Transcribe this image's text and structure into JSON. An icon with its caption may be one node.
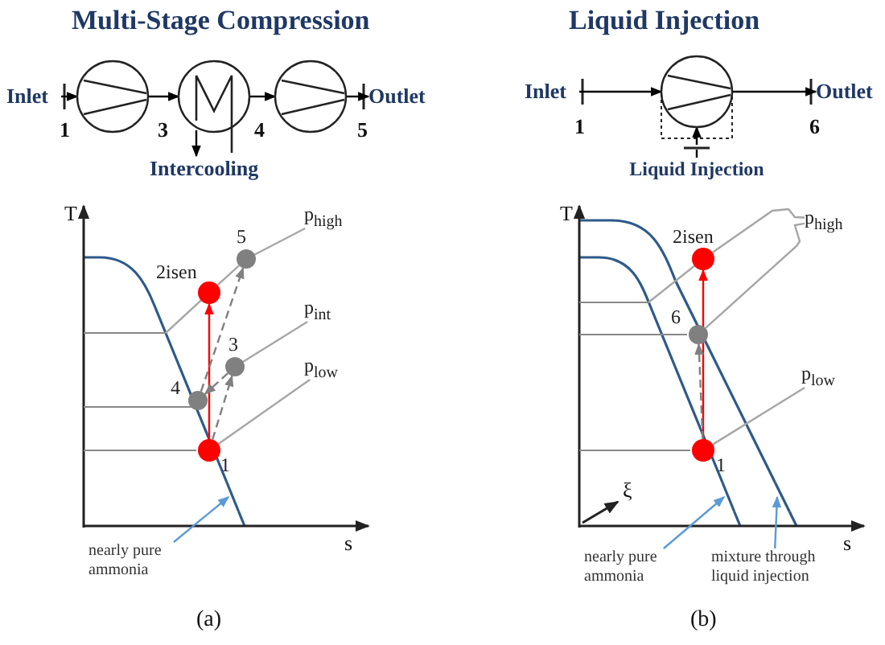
{
  "diagram": {
    "nodes": [
      {
        "text": [
          "Inlet"
        ]
      },
      {
        "text": [],
        "shape": "circle"
      },
      {
        "text": [],
        "shape": "circle"
      },
      {
        "text": [],
        "shape": "circle"
      },
      {
        "text": [
          "Outlet"
        ]
      },
      {
        "text": [
          "Intercooling"
        ]
      },
      {
        "text": [
          "Inlet"
        ]
      },
      {
        "text": [],
        "shape": "circle"
      },
      {
        "text": [
          "Outlet"
        ]
      },
      {
        "text": [
          "1"
        ]
      },
      {
        "text": [
          "2isen"
        ]
      },
      {
        "text": [
          "3"
        ]
      },
      {
        "text": [
          "4"
        ]
      },
      {
        "text": [
          "5"
        ]
      },
      {
        "text": [
          "nearly pure ammonia"
        ]
      },
      {
        "text": [
          "1"
        ]
      },
      {
        "text": [
          "2isen"
        ]
      },
      {
        "text": [
          "6"
        ]
      },
      {
        "text": [
          "nearly pure ammonia"
        ]
      },
      {
        "text": [
          "mixture through liquid injection"
        ]
      },
      {
        "text": [
          "Liquid Injection"
        ]
      },
      {
        "text": [],
        "shape": "curve"
      },
      {
        "text": [],
        "shape": "curve"
      },
      {
        "text": [],
        "shape": "curve"
      },
      {
        "text": [
          "p$_{high}$"
        ]
      },
      {
        "text": [
          "p$_{int}$"
        ]
      },
      {
        "text": [
          "p$_{low}$"
        ]
      },
      {
        "text": [
          "p$_{high}$"
        ]
      },
      {
        "text": [
          "p$_{low}$"
        ]
      }
    ],
    "edges": [
      {
        "from": 0,
        "to": 1,
        "arrow": "to",
        "color": "#000000"
      },
      {
        "from": 1,
        "to": 2,
        "arrow": "to",
        "color": "#000000"
      },
      {
        "from": 2,
        "to": 3,
        "arrow": "to",
        "color": "#000000"
      },
      {
        "from": 3,
        "to": 4,
        "arrow": "to",
        "color": "#000000"
      },
      {
        "from": 2,
        "to": 5,
        "arrow": "to",
        "color": "#000000"
      },
      {
        "from": 6,
        "to": 7,
        "arrow": "to",
        "color": "#000000"
      },
      {
        "from": 7,
        "to": 8,
        "arrow": "to",
        "color": "#000000"
      },
      {
        "from": 20,
        "to": 7,
        "arrow": "to",
        "style": "dashed",
        "color": "#000000"
      },
      {
        "from": 9,
        "to": 10,
        "arrow": "to",
        "color": "#ff0000"
      },
      {
        "from": 9,
        "to": 11,
        "arrow": "to",
        "style": "dashed",
        "color": "#808080"
      },
      {
        "from": 11,
        "to": 12,
        "arrow": "to",
        "style": "dashed",
        "color": "#808080"
      },
      {
        "from": 12,
        "to": 13,
        "arrow": "to",
        "style": "dashed",
        "color": "#808080"
      },
      {
        "from": 15,
        "to": 16,
        "arrow": "to",
        "color": "#ff0000"
      },
      {
        "from": 15,
        "to": 17,
        "arrow": "to",
        "style": "dashed",
        "color": "#808080"
      },
      {
        "from": 14,
        "to": 21,
        "arrow": "to",
        "color": "#5b9bd5"
      },
      {
        "from": 18,
        "to": 22,
        "arrow": "to",
        "color": "#5b9bd5"
      },
      {
        "from": 19,
        "to": 23,
        "arrow": "to",
        "color": "#5b9bd5"
      },
      {
        "from": null,
        "to": 10,
        "arrow": "none",
        "color": "#a6a6a6"
      },
      {
        "from": 10,
        "to": 13,
        "arrow": "none",
        "color": "#a6a6a6"
      },
      {
        "from": 13,
        "to": 24,
        "arrow": "none",
        "color": "#a6a6a6"
      },
      {
        "from": 11,
        "to": 25,
        "arrow": "none",
        "color": "#a6a6a6"
      },
      {
        "from": 9,
        "to": 26,
        "arrow": "none",
        "color": "#a6a6a6"
      },
      {
        "from": null,
        "to": 16,
        "arrow": "none",
        "color": "#a6a6a6"
      },
      {
        "from": 16,
        "to": 27,
        "arrow": "none",
        "color": "#a6a6a6"
      },
      {
        "from": 17,
        "to": 27,
        "arrow": "none",
        "color": "#a6a6a6"
      },
      {
        "from": 15,
        "to": 28,
        "arrow": "none",
        "color": "#a6a6a6"
      }
    ],
    "labels": [
      "Multi-Stage Compression",
      "1",
      "3",
      "4",
      "5",
      "Liquid Injection",
      "1",
      "6",
      "T",
      "s",
      "(a)",
      "T",
      "ξ",
      "s",
      "(b)"
    ]
  }
}
